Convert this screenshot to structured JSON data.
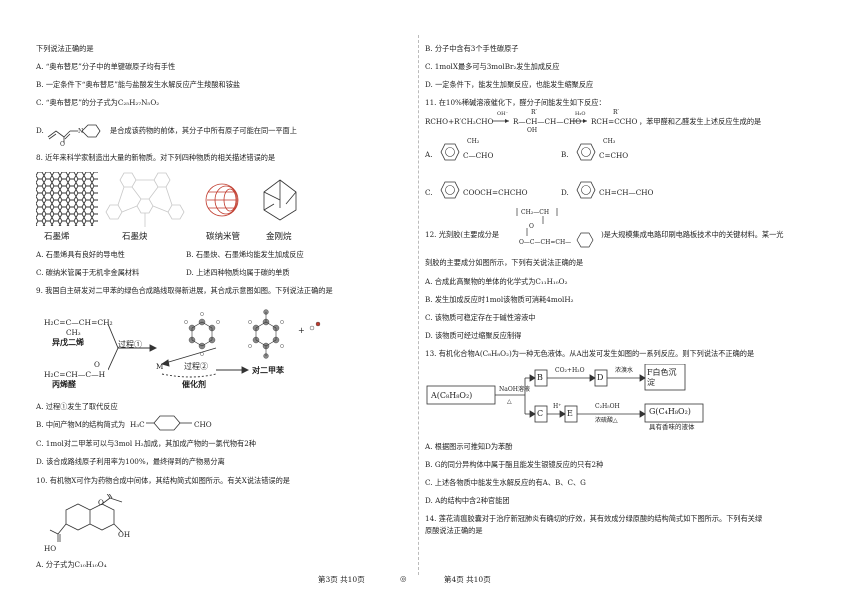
{
  "left": {
    "lines": [
      {
        "text": "下列说法正确的是"
      },
      {
        "text": "A. “奥布替尼”分子中的单键碳原子均有手性"
      },
      {
        "text": "B. 一定条件下“奥布替尼”能与盐酸发生水解反应产生羧酸和铵盐"
      },
      {
        "text": "C. “奥布替尼”的分子式为C₂₅H₂₇N₅O₂"
      },
      {
        "text": "是合成该药物的前体，其分子中所有原子可能在同一平面上"
      },
      {
        "text": "8. 近年来科学家制造出大量的新物质。对下列四种物质的相关描述错误的是"
      },
      {
        "text": "A. 石墨烯具有良好的导电性"
      },
      {
        "text": "B. 石墨炔、石墨烯均能发生加成反应"
      },
      {
        "text": "C. 碳纳米管属于无机非金属材料"
      },
      {
        "text": "D. 上述四种物质均属于碳的单质"
      },
      {
        "text": "9. 我国自主研发对二甲苯的绿色合成路线取得新进展，其合成示意图如图。下列说法正确的是"
      },
      {
        "text": "A. 过程①发生了取代反应"
      },
      {
        "text": "B. 中间产物M的结构简式为"
      },
      {
        "text": "C. 1mol对二甲苯可以与3mol H₂加成，其加成产物的一氯代物有2种"
      },
      {
        "text": "D. 该合成路线原子利用率为100%，最终得到的产物易分离"
      },
      {
        "text": "10. 有机物X可作为药物合成中间体，其结构简式如图所示。有关X说法错误的是"
      },
      {
        "text": "A. 分子式为C₁₀H₁₀O₄"
      }
    ],
    "q7_label_d": "D.",
    "materials": [
      "石墨烯",
      "石墨炔",
      "碳纳米管",
      "金刚烷"
    ],
    "scheme9": {
      "isoprene_formula": "H₂C=C—CH=CH₂",
      "isoprene_methyl": "CH₃",
      "isoprene_name": "异戊二烯",
      "acrolein_formula": "H₂C=CH—C—H",
      "acrolein_o": "O",
      "acrolein_name": "丙烯醛",
      "process1": "过程①",
      "process2": "过程②",
      "M": "M",
      "catalyst": "催化剂",
      "product": "对二甲苯",
      "plus": "+"
    },
    "m_structure": {
      "left": "H₃C",
      "right": "CHO"
    },
    "q10_ho": "HO",
    "q10_oh": "OH",
    "q10_o": "O"
  },
  "right": {
    "lines": [
      {
        "text": "B. 分子中含有3个手性碳原子"
      },
      {
        "text": "C. 1molX最多可与3molBr₂发生加成反应"
      },
      {
        "text": "D. 一定条件下，能发生加聚反应，也能发生缩聚反应"
      },
      {
        "text": "11. 在10%稀碱溶液催化下，醛分子间能发生如下反应："
      },
      {
        "text": "A."
      },
      {
        "text": "C."
      },
      {
        "text": "12. 光刻胶(主要成分是"
      },
      {
        "text": ")是大规模集成电路印刷电路板技术中的关键材料。某一光"
      },
      {
        "text": "刻胶的主要成分如图所示，下列有关说法正确的是"
      },
      {
        "text": "A. 合成此高聚物的单体的化学式为C₁₁H₁₀O₂"
      },
      {
        "text": "B. 发生加成反应时1mol该物质可消耗4molH₂"
      },
      {
        "text": "C. 该物质可稳定存在于碱性溶液中"
      },
      {
        "text": "D. 该物质可经过缩聚反应制得"
      },
      {
        "text": "13. 有机化合物A(C₈H₈O₂)为一种无色液体。从A出发可发生如图的一系列反应。则下列说法不正确的是"
      },
      {
        "text": "A. 根据图示可推知D为苯酚"
      },
      {
        "text": "B. G的同分异构体中属于酯且能发生银镜反应的只有2种"
      },
      {
        "text": "C. 上述各物质中能发生水解反应的有A、B、C、G"
      },
      {
        "text": "D. A的结构中含2种官能团"
      },
      {
        "text": "14. 莲花清瘟胶囊对于治疗新冠肺炎有确切的疗效，其有效成分绿原酸的结构简式如下图所示。下列有关绿"
      },
      {
        "text": "原酸说法正确的是"
      }
    ],
    "q11_rxn": {
      "left": "RCHO+R′CH₂CHO",
      "cond1": "OH⁻",
      "mid": "R—CH—CH—CHO",
      "mid_top": "R′",
      "mid_bot": "OH",
      "cond2": "H₂O",
      "right": "RCH=CCHO",
      "right_top": "R′",
      "tail": "，苯甲醛和乙醛发生上述反应生成的是"
    },
    "q11_options": {
      "A": {
        "label": "A.",
        "chain": "C—CHO",
        "top": "CH₂"
      },
      "B": {
        "label": "B.",
        "chain": "C=CHO",
        "top": "CH₃"
      },
      "C": {
        "label": "C.",
        "chain": "COOCH=CHCHO"
      },
      "D": {
        "label": "D.",
        "chain": "CH=CH—CHO"
      }
    },
    "q12_polymer": {
      "top": "CH₂—CH",
      "bottom": "O—C—CH=CH—",
      "carbonyl": "O"
    },
    "scheme13": {
      "A": "A(C₈H₈O₂)",
      "naoh": "NaOH溶液",
      "heat1": "△",
      "B": "B",
      "co2": "CO₂+H₂O",
      "D": "D",
      "br": "浓溴水",
      "F": "F白色沉淀",
      "C": "C",
      "h": "H⁺",
      "E": "E",
      "ethanol": "C₂H₅OH",
      "h2so4": "浓硫酸△",
      "G": "G(C₄H₈O₂)",
      "g_note": "具有香味的液体"
    }
  },
  "footer": {
    "left": "第3页  共10页",
    "center": "◎",
    "right": "第4页  共10页"
  }
}
